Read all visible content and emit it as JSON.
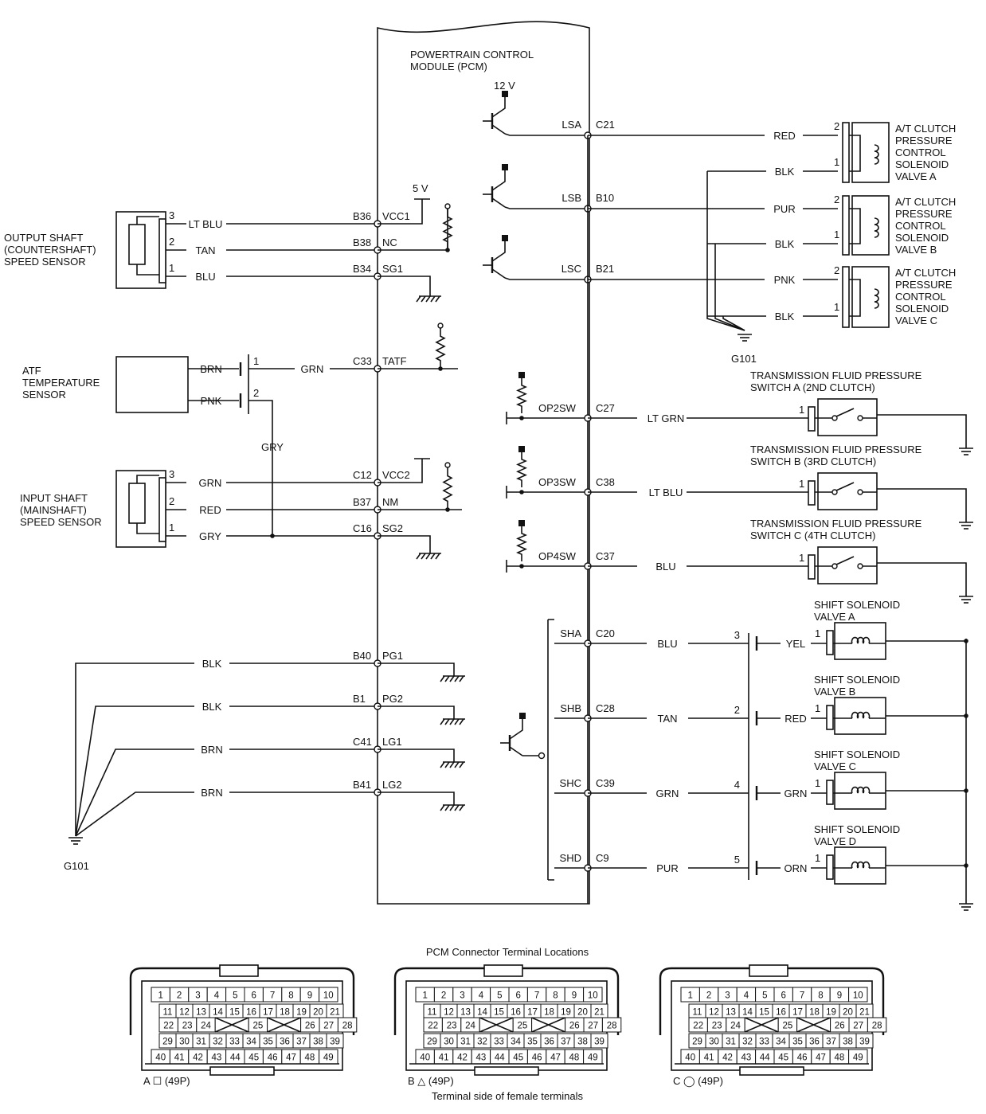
{
  "pcm": {
    "title_line1": "POWERTRAIN CONTROL",
    "title_line2": "MODULE (PCM)",
    "v12": "12 V",
    "v5": "5 V"
  },
  "osss": {
    "name": [
      "OUTPUT SHAFT",
      "(COUNTERSHAFT)",
      "SPEED SENSOR"
    ],
    "pins": [
      "3",
      "2",
      "1"
    ],
    "colors": [
      "LT BLU",
      "TAN",
      "BLU"
    ],
    "terms": [
      "B36",
      "B38",
      "B34"
    ],
    "sigs": [
      "VCC1",
      "NC",
      "SG1"
    ]
  },
  "atf": {
    "name": [
      "ATF",
      "TEMPERATURE",
      "SENSOR"
    ],
    "pins": [
      "1",
      "2"
    ],
    "colors": [
      "BRN",
      "PNK"
    ],
    "wire": "GRN",
    "term": "C33",
    "sig": "TATF",
    "gry": "GRY"
  },
  "isss": {
    "name": [
      "INPUT SHAFT",
      "(MAINSHAFT)",
      "SPEED SENSOR"
    ],
    "pins": [
      "3",
      "2",
      "1"
    ],
    "colors": [
      "GRN",
      "RED",
      "GRY"
    ],
    "terms": [
      "C12",
      "B37",
      "C16"
    ],
    "sigs": [
      "VCC2",
      "NM",
      "SG2"
    ]
  },
  "grounds": {
    "colors": [
      "BLK",
      "BLK",
      "BRN",
      "BRN"
    ],
    "terms": [
      "B40",
      "B1",
      "C41",
      "B41"
    ],
    "sigs": [
      "PG1",
      "PG2",
      "LG1",
      "LG2"
    ],
    "g101": "G101"
  },
  "ls": [
    {
      "sig": "LSA",
      "term": "C21",
      "color": "RED",
      "blk": "BLK",
      "pin_pos": "2",
      "pin_neg": "1",
      "name": [
        "A/T CLUTCH",
        "PRESSURE",
        "CONTROL",
        "SOLENOID",
        "VALVE A"
      ]
    },
    {
      "sig": "LSB",
      "term": "B10",
      "color": "PUR",
      "blk": "BLK",
      "pin_pos": "2",
      "pin_neg": "1",
      "name": [
        "A/T CLUTCH",
        "PRESSURE",
        "CONTROL",
        "SOLENOID",
        "VALVE B"
      ]
    },
    {
      "sig": "LSC",
      "term": "B21",
      "color": "PNK",
      "blk": "BLK",
      "pin_pos": "2",
      "pin_neg": "1",
      "name": [
        "A/T CLUTCH",
        "PRESSURE",
        "CONTROL",
        "SOLENOID",
        "VALVE C"
      ]
    }
  ],
  "g101_right": "G101",
  "ops": [
    {
      "sig": "OP2SW",
      "term": "C27",
      "color": "LT GRN",
      "pin": "1",
      "name": [
        "TRANSMISSION FLUID PRESSURE",
        "SWITCH A (2ND CLUTCH)"
      ]
    },
    {
      "sig": "OP3SW",
      "term": "C38",
      "color": "LT BLU",
      "pin": "1",
      "name": [
        "TRANSMISSION FLUID PRESSURE",
        "SWITCH B (3RD CLUTCH)"
      ]
    },
    {
      "sig": "OP4SW",
      "term": "C37",
      "color": "BLU",
      "pin": "1",
      "name": [
        "TRANSMISSION FLUID PRESSURE",
        "SWITCH C (4TH CLUTCH)"
      ]
    }
  ],
  "sh": [
    {
      "sig": "SHA",
      "term": "C20",
      "c1": "BLU",
      "conn": "3",
      "c2": "YEL",
      "pin": "1",
      "name": [
        "SHIFT SOLENOID",
        "VALVE A"
      ]
    },
    {
      "sig": "SHB",
      "term": "C28",
      "c1": "TAN",
      "conn": "2",
      "c2": "RED",
      "pin": "1",
      "name": [
        "SHIFT SOLENOID",
        "VALVE B"
      ]
    },
    {
      "sig": "SHC",
      "term": "C39",
      "c1": "GRN",
      "conn": "4",
      "c2": "GRN",
      "pin": "1",
      "name": [
        "SHIFT SOLENOID",
        "VALVE C"
      ]
    },
    {
      "sig": "SHD",
      "term": "C9",
      "c1": "PUR",
      "conn": "5",
      "c2": "ORN",
      "pin": "1",
      "name": [
        "SHIFT SOLENOID",
        "VALVE D"
      ]
    }
  ],
  "connectors": {
    "heading": "PCM Connector Terminal Locations",
    "footer": "Terminal side of female terminals",
    "labels": [
      "A ☐ (49P)",
      "B △ (49P)",
      "C ◯ (49P)"
    ],
    "row1": [
      "1",
      "2",
      "3",
      "4",
      "5",
      "6",
      "7",
      "8",
      "9",
      "10"
    ],
    "row2": [
      "11",
      "12",
      "13",
      "14",
      "15",
      "16",
      "17",
      "18",
      "19",
      "20",
      "21"
    ],
    "row3": [
      "22",
      "23",
      "24",
      "",
      "25",
      "",
      "26",
      "27",
      "28"
    ],
    "row4": [
      "29",
      "30",
      "31",
      "32",
      "33",
      "34",
      "35",
      "36",
      "37",
      "38",
      "39"
    ],
    "row5": [
      "40",
      "41",
      "42",
      "43",
      "44",
      "45",
      "46",
      "47",
      "48",
      "49"
    ]
  }
}
